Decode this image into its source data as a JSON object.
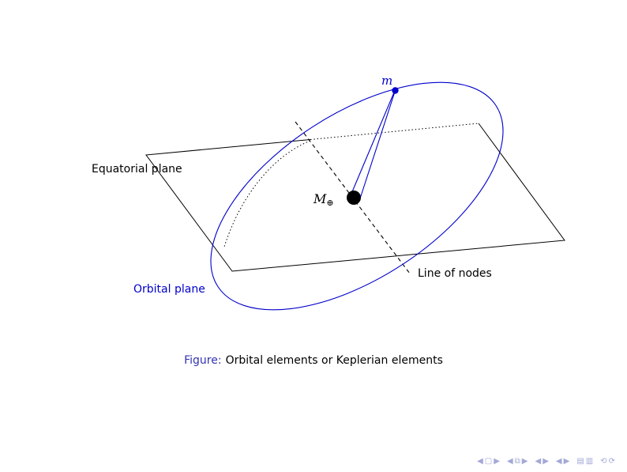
{
  "slide": {
    "caption": {
      "prefix": "Figure:",
      "text": "Orbital elements or Keplerian elements"
    }
  },
  "diagram": {
    "labels": {
      "equatorial_plane": "Equatorial plane",
      "orbital_plane": "Orbital plane",
      "line_of_nodes": "Line of nodes",
      "satellite_mass": "m",
      "earth_mass_symbol": "M",
      "earth_mass_subscript": "⊕"
    },
    "colors": {
      "orbit_blue": "#0000cc",
      "structure_blue": "#3333b2",
      "line_black": "#000000"
    }
  },
  "nav": {
    "items": [
      {
        "name": "nav-slide-back-icon",
        "glyph": "◀"
      },
      {
        "name": "nav-slide-icon",
        "glyph": "▢"
      },
      {
        "name": "nav-slide-forward-icon",
        "glyph": "▶"
      },
      {
        "name": "nav-frame-back-icon",
        "glyph": "◀"
      },
      {
        "name": "nav-frame-icon",
        "glyph": "⧉"
      },
      {
        "name": "nav-frame-forward-icon",
        "glyph": "▶"
      },
      {
        "name": "nav-subsection-back-icon",
        "glyph": "◀"
      },
      {
        "name": "nav-subsection-forward-icon",
        "glyph": "▶"
      },
      {
        "name": "nav-section-back-icon",
        "glyph": "◀"
      },
      {
        "name": "nav-section-forward-icon",
        "glyph": "▶"
      },
      {
        "name": "nav-presentation-icon",
        "glyph": "▤"
      },
      {
        "name": "nav-appendix-icon",
        "glyph": "▥"
      },
      {
        "name": "nav-history-back-icon",
        "glyph": "⟲"
      },
      {
        "name": "nav-history-forward-icon",
        "glyph": "⟳"
      }
    ]
  }
}
